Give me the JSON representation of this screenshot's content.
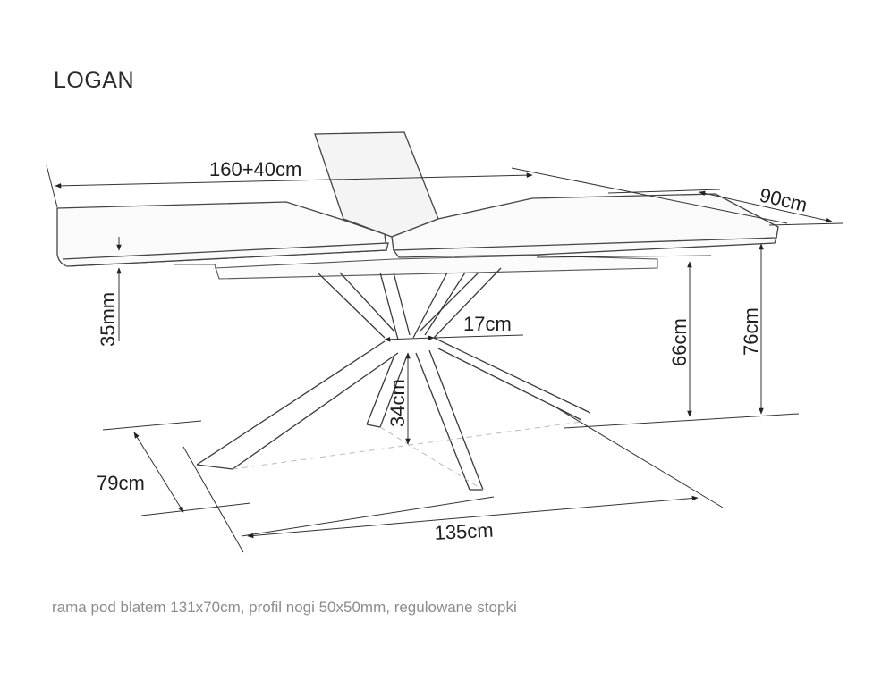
{
  "product": {
    "name": "LOGAN",
    "caption": "rama pod blatem 131x70cm, profil nogi 50x50mm, regulowane stopki"
  },
  "dimensions": {
    "length": "160+40cm",
    "width": "90cm",
    "top_thickness": "35mm",
    "leg_center_width": "17cm",
    "leg_clearance": "66cm",
    "total_height": "76cm",
    "cross_height": "34cm",
    "base_depth": "79cm",
    "base_length": "135cm"
  },
  "colors": {
    "line": "#333333",
    "text": "#1e1e1e",
    "caption": "#8c8c8c",
    "background": "#ffffff"
  }
}
